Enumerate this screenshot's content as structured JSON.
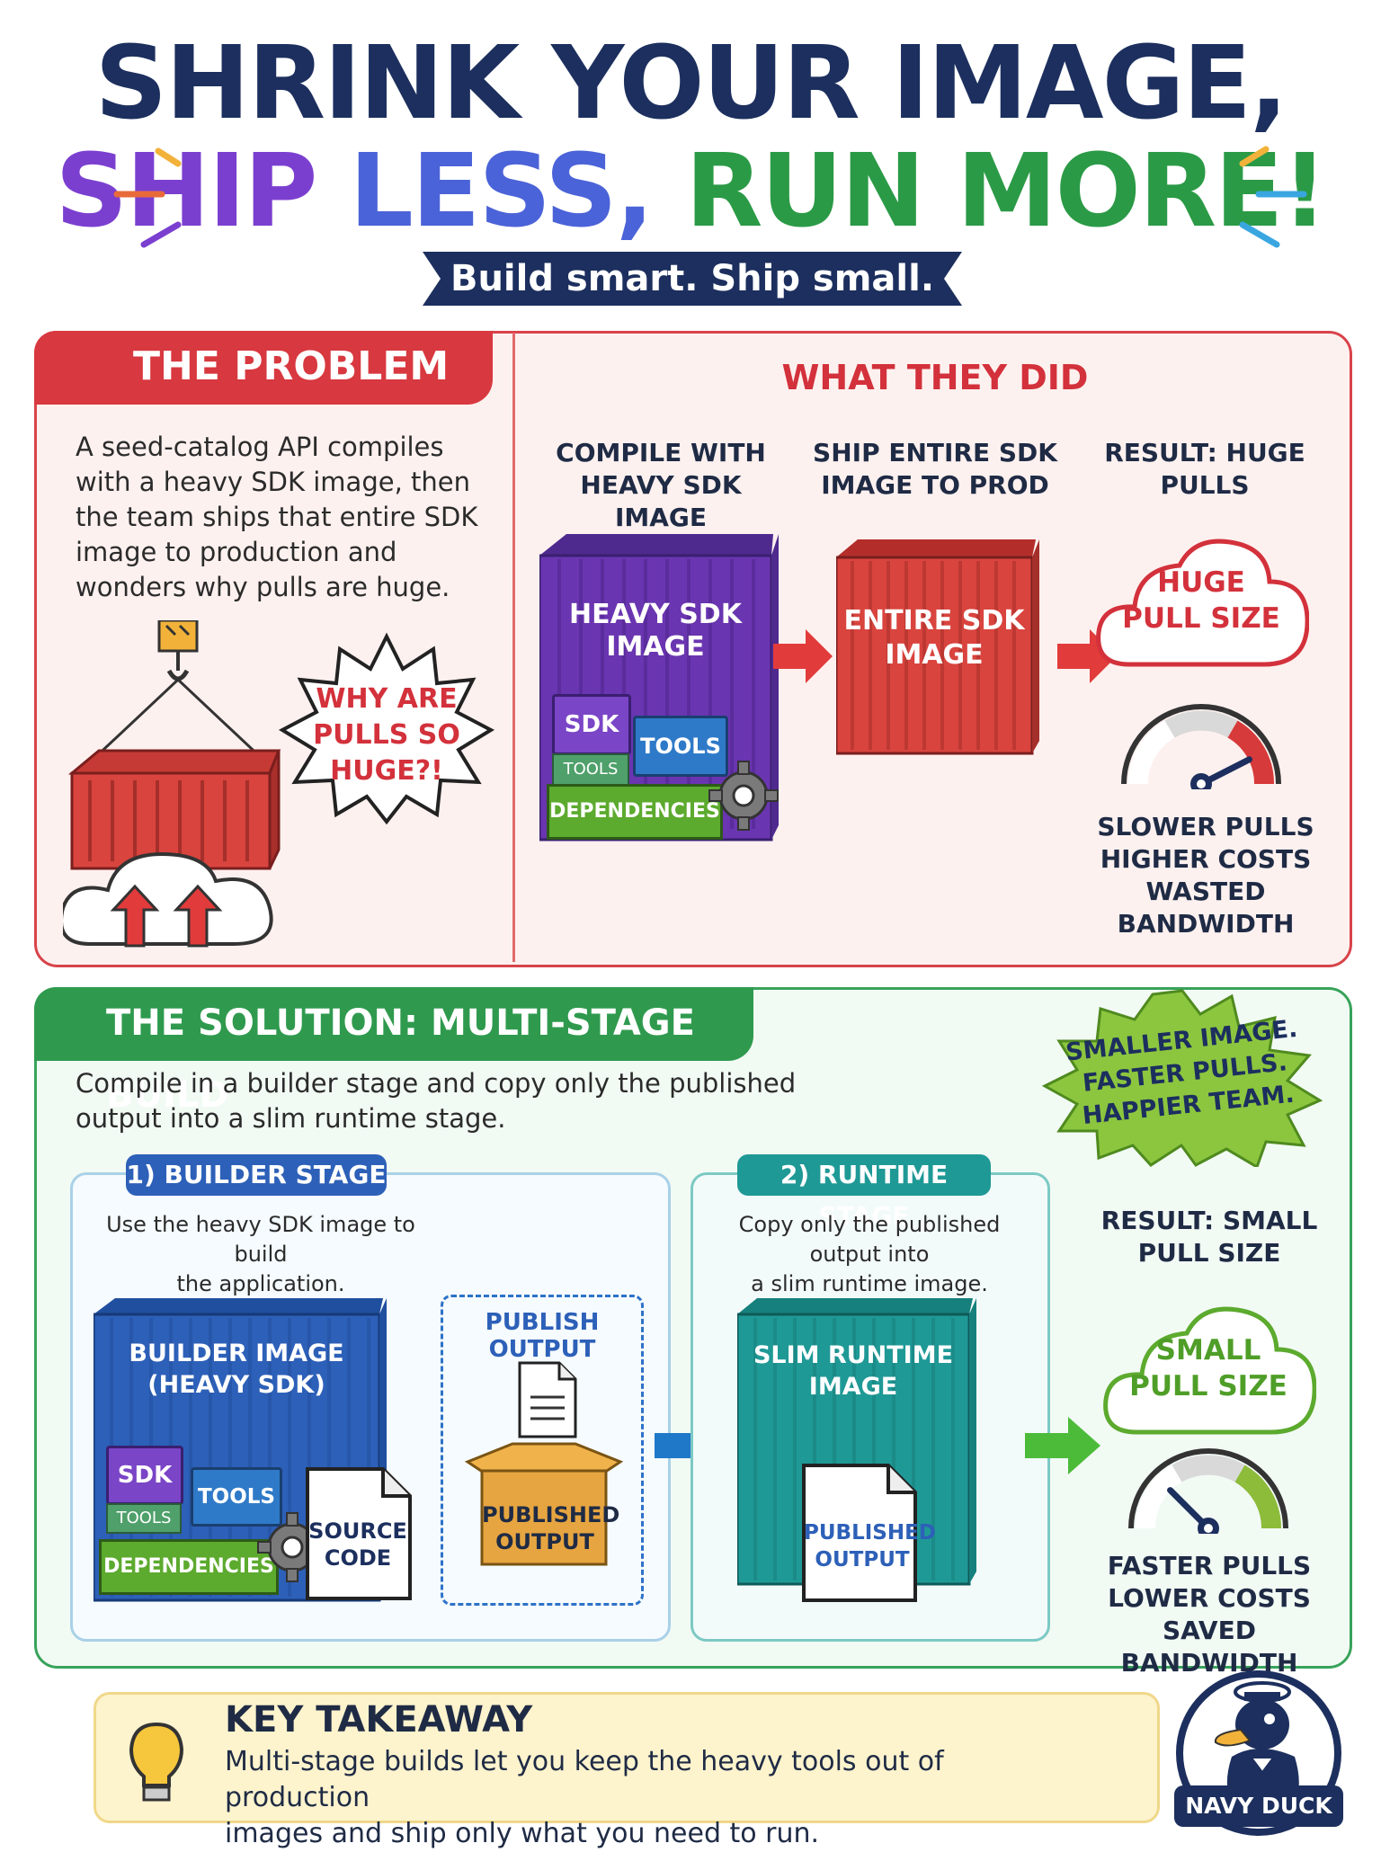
{
  "title": {
    "line1": "SHRINK YOUR IMAGE,",
    "line2_part1": "SHIP ",
    "line2_part2": "LESS, ",
    "line2_part3": "RUN MORE!",
    "tagline": "Build smart. Ship small."
  },
  "problem": {
    "tab": "THE PROBLEM",
    "text": "A seed-catalog API compiles with a heavy SDK image, then the team ships that entire SDK image to production and wonders why pulls are huge.",
    "burst": [
      "WHY ARE",
      "PULLS SO",
      "HUGE?!"
    ]
  },
  "what_they_did": {
    "heading": "WHAT THEY DID",
    "col1_heading": [
      "COMPILE WITH",
      "HEAVY SDK IMAGE"
    ],
    "col2_heading": [
      "SHIP ENTIRE SDK",
      "IMAGE TO PROD"
    ],
    "col3_heading": [
      "RESULT: HUGE",
      "PULLS"
    ],
    "heavy_box": [
      "HEAVY SDK",
      "IMAGE"
    ],
    "sdk": "SDK",
    "tools": "TOOLS",
    "tools_small": "TOOLS",
    "dependencies": "DEPENDENCIES",
    "entire_box": [
      "ENTIRE SDK",
      "IMAGE"
    ],
    "cloud": [
      "HUGE",
      "PULL SIZE"
    ],
    "effects": [
      "SLOWER PULLS",
      "HIGHER COSTS",
      "WASTED BANDWIDTH"
    ],
    "gauge_level": 0.85
  },
  "solution": {
    "tab": "THE SOLUTION: MULTI-STAGE BUILD",
    "text": "Compile in a builder stage and copy only the published output into a slim runtime stage.",
    "burst": [
      "SMALLER IMAGE.",
      "FASTER PULLS.",
      "HAPPIER TEAM."
    ],
    "stage1": {
      "pill": "1) BUILDER STAGE",
      "desc": [
        "Use the heavy SDK image to build",
        "the application."
      ],
      "box": [
        "BUILDER IMAGE",
        "(HEAVY SDK)"
      ],
      "sdk": "SDK",
      "tools": "TOOLS",
      "tools_small": "TOOLS",
      "dependencies": "DEPENDENCIES",
      "source": [
        "SOURCE",
        "CODE"
      ],
      "publish_label": "PUBLISH OUTPUT",
      "published": [
        "PUBLISHED",
        "OUTPUT"
      ]
    },
    "stage2": {
      "pill": "2) RUNTIME STAGE",
      "desc": [
        "Copy only the published output into",
        "a slim runtime image."
      ],
      "box": [
        "SLIM RUNTIME",
        "IMAGE"
      ],
      "published": [
        "PUBLISHED",
        "OUTPUT"
      ]
    },
    "result_heading": [
      "RESULT: SMALL",
      "PULL SIZE"
    ],
    "cloud": [
      "SMALL",
      "PULL SIZE"
    ],
    "effects": [
      "FASTER PULLS",
      "LOWER COSTS",
      "SAVED BANDWIDTH"
    ],
    "gauge_level": 0.25
  },
  "takeaway": {
    "heading": "KEY TAKEAWAY",
    "text": [
      "Multi-stage builds let you keep the heavy tools out of production",
      "images and ship only what you need to run."
    ]
  },
  "mascot": {
    "label": "NAVY DUCK"
  },
  "colors": {
    "navy": "#1c2f5e",
    "red": "#d8383f",
    "green": "#2f9a4e",
    "purple": "#6a35b0",
    "blue": "#2d60b8",
    "teal": "#1f9996"
  }
}
